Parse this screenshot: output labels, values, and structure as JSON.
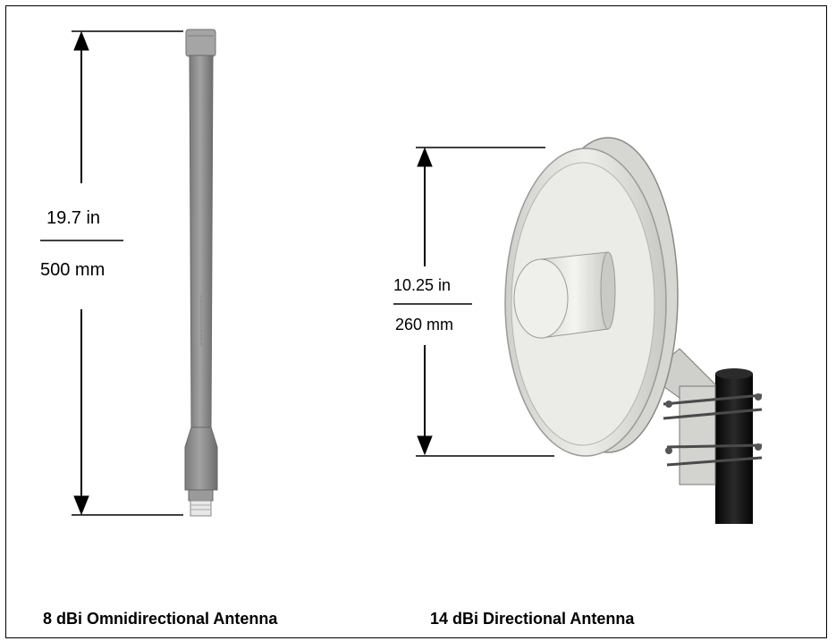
{
  "omni": {
    "dimension_in": "19.7 in",
    "dimension_mm": "500 mm",
    "caption": "8 dBi Omnidirectional Antenna"
  },
  "directional": {
    "dimension_in": "10.25 in",
    "dimension_mm": "260 mm",
    "caption": "14 dBi Directional Antenna"
  },
  "colors": {
    "omni_body": "#8c8c8c",
    "dish": "#e4e4e0",
    "mast": "#151515"
  }
}
